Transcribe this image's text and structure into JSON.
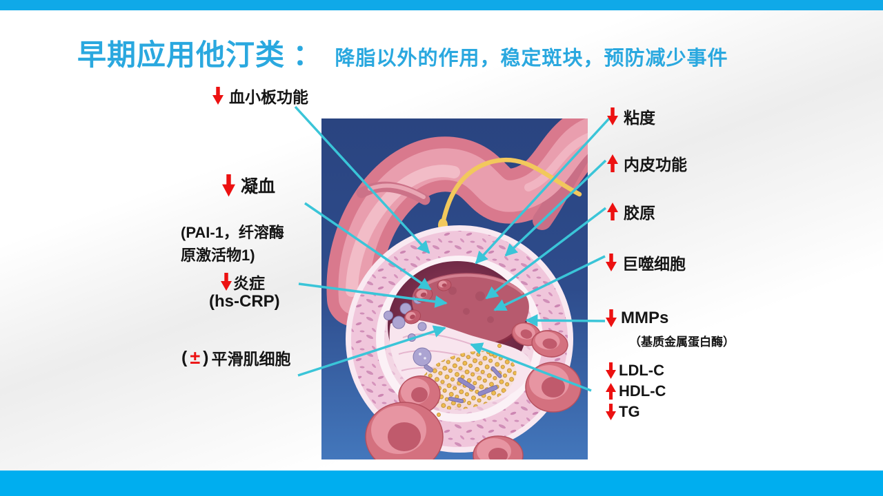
{
  "title": {
    "main": "早期应用他汀类 ：",
    "sub": "降脂以外的作用，稳定斑块，预防减少事件"
  },
  "colors": {
    "accent_blue": "#2AA8DF",
    "top_bar_blue": "#0FA9E8",
    "bottom_bar_blue": "#00AEEF",
    "arrow_red": "#EC1111",
    "connector_cyan": "#3AC5D8"
  },
  "left_labels": {
    "platelet": {
      "icon": "down-arrow",
      "text": "血小板功能"
    },
    "coagulation": {
      "icon": "down-arrow",
      "text": "凝血"
    },
    "coagulation_note_line1": "(PAI-1，纤溶酶",
    "coagulation_note_line2": "原激活物1)",
    "inflammation": {
      "icon": "down-arrow",
      "text": "炎症"
    },
    "inflammation_note": "(hs-CRP)",
    "smooth_muscle": {
      "icon": "plus-minus",
      "open_paren": "(",
      "symbol": "±",
      "close_paren": ")",
      "text": "平滑肌细胞"
    }
  },
  "right_labels": {
    "viscosity": {
      "icon": "down-arrow",
      "text": "粘度"
    },
    "endothelial_function": {
      "icon": "up-arrow",
      "text": "内皮功能"
    },
    "collagen": {
      "icon": "up-arrow",
      "text": "胶原"
    },
    "macrophage": {
      "icon": "down-arrow",
      "text": "巨噬细胞"
    },
    "mmps": {
      "icon": "down-arrow",
      "text": "MMPs",
      "note": "（基质金属蛋白酶）"
    },
    "ldl_c": {
      "icon": "down-arrow",
      "text": "LDL-C"
    },
    "hdl_c": {
      "icon": "up-arrow",
      "text": "HDL-C"
    },
    "tg": {
      "icon": "down-arrow",
      "text": "TG"
    }
  }
}
